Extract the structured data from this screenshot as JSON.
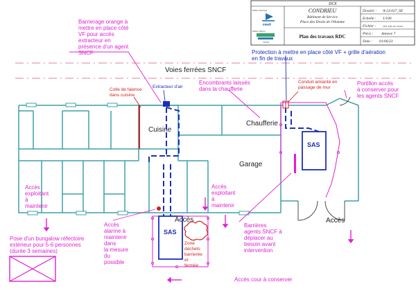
{
  "title_block": {
    "dce": "DCE",
    "project": "CONDRIEU",
    "building": "Bâtiment de Service",
    "address": "Place des Droits de l'Homme",
    "plan_title": "Plan des travaux RDC",
    "dossier_label": "Dossier :",
    "dossier_value": "A-23.027_SE",
    "echelle_label": "Echelle :",
    "echelle_value": "1/100",
    "fichier_label": "Fichier :",
    "fichier_value": "2303_Plan des travaux",
    "piece_label": "Pièce :",
    "piece_value": "Annexe 7",
    "date_label": "Date :",
    "date_value": "01/06/23",
    "logo_small_1": "Maître d'Ouvrage",
    "logo_small_2": "Maître d'Œuvre",
    "logo_brand": "esset",
    "logo_brand_2": "ESSET"
  },
  "rooms": {
    "cuisine": "Cuisine",
    "chaufferie": "Chaufferie",
    "garage": "Garage",
    "voies": "Voies ferrées SNCF",
    "acces_1": "Accès",
    "acces_2": "Accès",
    "sas_1": "SAS",
    "sas_2": "SAS"
  },
  "annotations": {
    "barrierage": [
      "Barrierage orange à",
      "mettre en place côté",
      "VF pour accès",
      "extracteur en",
      "présence d'un agent",
      "SNCF"
    ],
    "protection": [
      "Protection à mettre en place côté VF + grille d'aération",
      "en fin de travaux"
    ],
    "colle": [
      "Colle de faience",
      "dans cuisine"
    ],
    "extracteur": [
      "Extracteur d'air"
    ],
    "encombrants": [
      "Encombrants laissés",
      "dans la chaufferie"
    ],
    "conduit": [
      "Conduit amianté en",
      "passage de mur"
    ],
    "portillon": [
      "Portillon accès",
      "à conserver pour",
      "les agents SNCF"
    ],
    "acces_expl_1": [
      "Accès",
      "exploitant",
      "à",
      "maintenir"
    ],
    "acces_expl_2": [
      "Accès",
      "exploitant",
      "à",
      "maintenir"
    ],
    "acces_alarme": [
      "Accès",
      "alarme à",
      "maintenir",
      "dans",
      "la mesure",
      "du",
      "possible"
    ],
    "zone_dechets": [
      "Zone",
      "déchets",
      "barrierée",
      "et",
      "fermée"
    ],
    "barrieres": [
      "Barrières",
      "agents SNCF à",
      "déplacer au",
      "besoin avant",
      "intervention"
    ],
    "bungalow": [
      "Pose d'un bungalow réfectoire",
      "extérieur pour 5-6 personnes",
      "(durée 3 semaines)"
    ],
    "acces_cour": [
      "Accès cour à conserver"
    ]
  },
  "colors": {
    "magenta": "#e020d0",
    "teal": "#3ca0a8",
    "blue": "#1a2fb8",
    "red": "#d02020",
    "pink_dash": "#e89ab0"
  }
}
